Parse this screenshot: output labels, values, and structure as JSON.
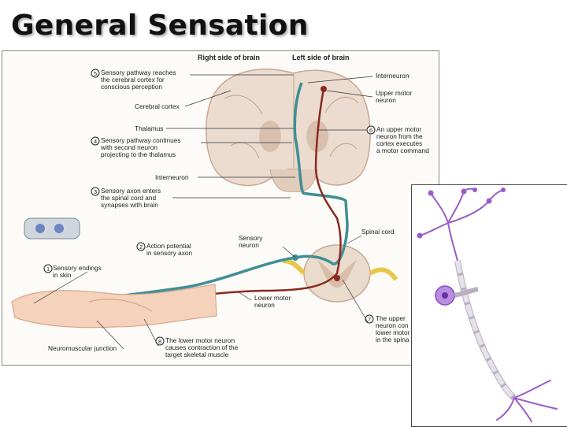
{
  "title": "General Sensation",
  "figure": {
    "header_right": "Right side of brain",
    "header_left": "Left side of brain",
    "labels": {
      "step5_l1": "Sensory pathway reaches",
      "step5_l2": "the cerebral cortex for",
      "step5_l3": "conscious perception",
      "cerebral_cortex": "Cerebral cortex",
      "thalamus": "Thalamus",
      "step4_l1": "Sensory pathway continues",
      "step4_l2": "with second neuron",
      "step4_l3": "projecting to the thalamus",
      "interneuron_mid": "Interneuron",
      "step3_l1": "Sensory axon enters",
      "step3_l2": "the spinal cord and",
      "step3_l3": "synapses with brain",
      "step2_l1": "Action potential",
      "step2_l2": "in sensory axon",
      "step1_l1": "Sensory endings",
      "step1_l2": "in skin",
      "neuromuscular": "Neuromuscular junction",
      "step8_l1": "The lower motor neuron",
      "step8_l2": "causes contraction of the",
      "step8_l3": "target skeletal muscle",
      "interneuron_top": "Interneuron",
      "upper_motor_l1": "Upper motor",
      "upper_motor_l2": "neuron",
      "step6_l1": "An upper motor",
      "step6_l2": "neuron from the",
      "step6_l3": "cortex executes",
      "step6_l4": "a motor command",
      "spinal_cord": "Spinal cord",
      "sensory_neuron_l1": "Sensory",
      "sensory_neuron_l2": "neuron",
      "lower_motor_l1": "Lower motor",
      "lower_motor_l2": "neuron",
      "step7_l1": "The upper",
      "step7_l2": "neuron con",
      "step7_l3": "lower motor",
      "step7_l4": "in the spina"
    },
    "step_numbers": [
      "1",
      "2",
      "3",
      "4",
      "5",
      "6",
      "7",
      "8"
    ]
  },
  "colors": {
    "sensory": "#3f8f94",
    "motor": "#8b2a1e",
    "brain": "#ead9cc",
    "neuron_purple": "#9a5cc8",
    "myelin": "#e6e2ea"
  }
}
